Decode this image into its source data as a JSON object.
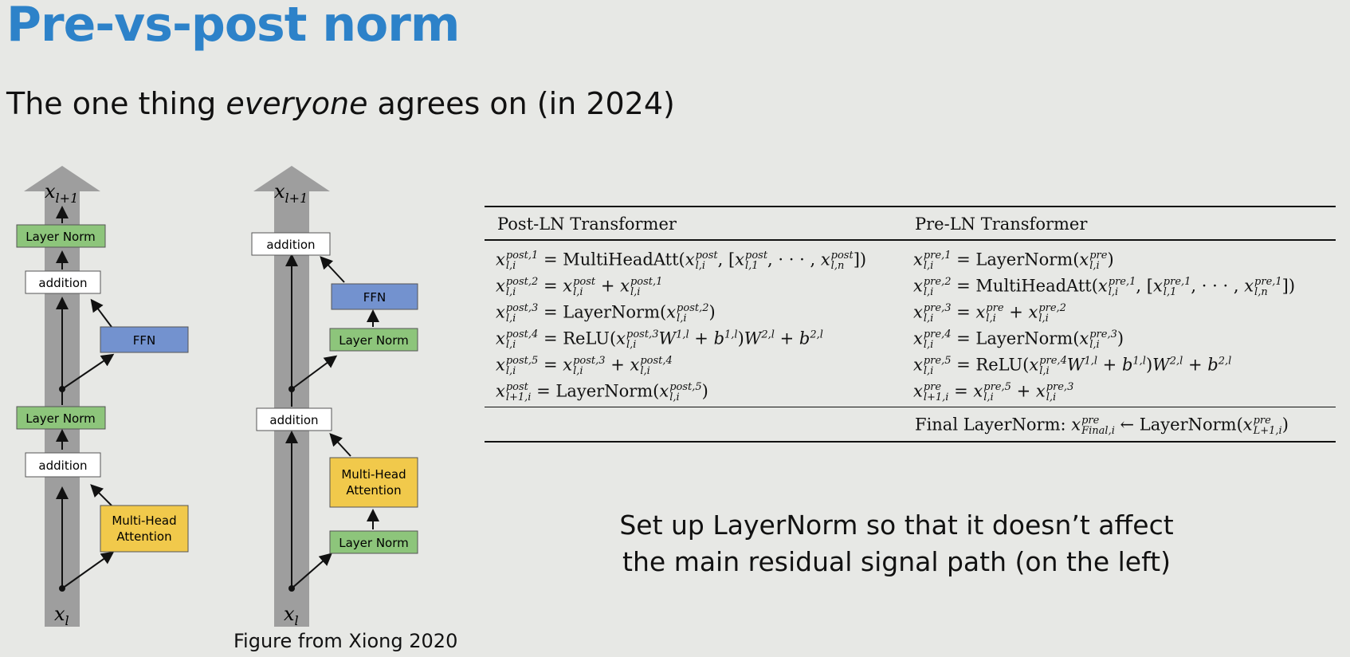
{
  "slide": {
    "title": "Pre-vs-post norm",
    "subtitle_prefix": "The one thing ",
    "subtitle_emph": "everyone",
    "subtitle_suffix": " agrees on (in 2024)",
    "caption": "Figure from Xiong 2020",
    "note": "Set up LayerNorm so that it doesn’t affect the main residual signal path (on the left)"
  },
  "diagram": {
    "top_label": "x",
    "top_sub": "l+1",
    "bottom_label": "x",
    "bottom_sub": "l",
    "colors": {
      "layernorm": "#8dc57b",
      "ffn": "#7392cf",
      "attention": "#f1c94b",
      "addition": "#ffffff",
      "residual": "#9e9e9e"
    },
    "post_ln": {
      "blocks": [
        "Layer Norm",
        "addition",
        "FFN",
        "Layer Norm",
        "addition",
        "Multi-Head Attention"
      ]
    },
    "pre_ln": {
      "blocks": [
        "addition",
        "FFN",
        "Layer Norm",
        "addition",
        "Multi-Head Attention",
        "Layer Norm"
      ]
    }
  },
  "table": {
    "post_header": "Post-LN Transformer",
    "pre_header": "Pre-LN Transformer",
    "final_label": "Final LayerNorm:"
  }
}
